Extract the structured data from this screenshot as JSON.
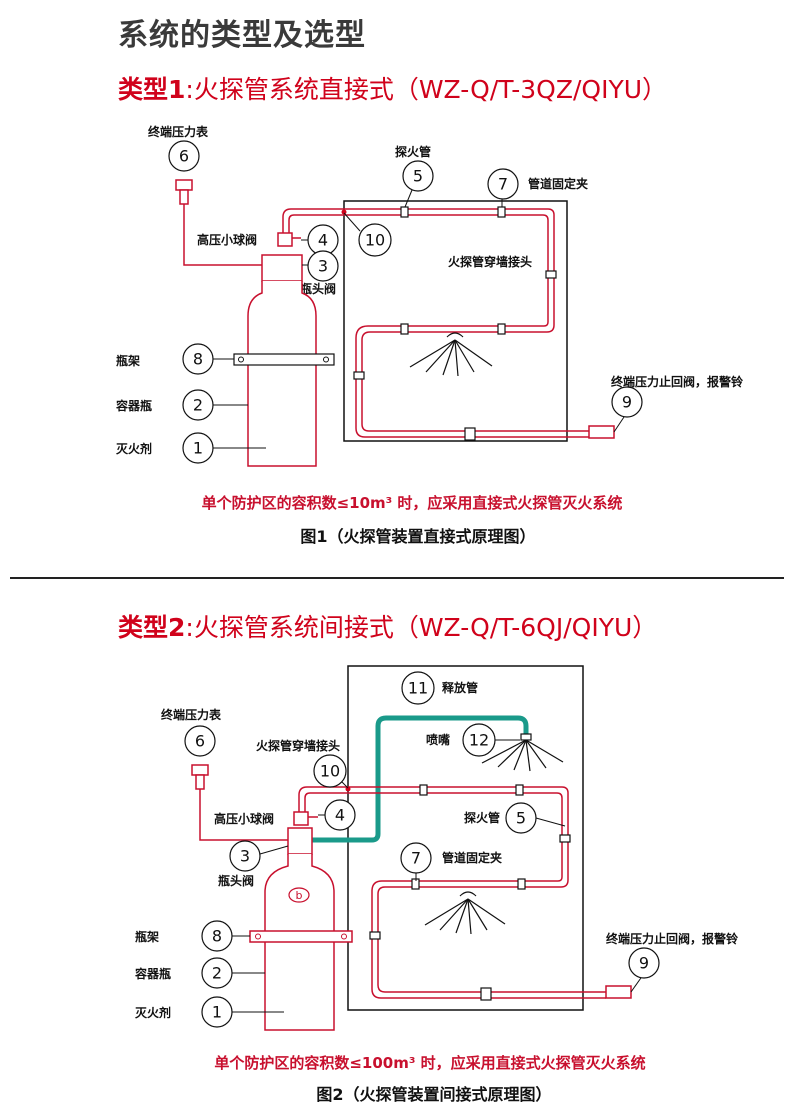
{
  "page_title": "系统的类型及选型",
  "type1": {
    "prefix": "类型1",
    "title": ":火探管系统直接式（WZ-Q/T-3QZ/QIYU）",
    "labels": {
      "gauge": "终端压力表",
      "detector_tube": "探火管",
      "pipe_clamp": "管道固定夹",
      "ball_valve": "高压小球阀",
      "bottle_valve": "瓶头阀",
      "wall_joint": "火探管穿墙接头",
      "bracket": "瓶架",
      "cylinder": "容器瓶",
      "agent": "灭火剂",
      "check_valve": "终端压力止回阀，报警铃"
    },
    "numbers": {
      "n1": "1",
      "n2": "2",
      "n3": "3",
      "n4": "4",
      "n5": "5",
      "n6": "6",
      "n7": "7",
      "n8": "8",
      "n9": "9",
      "n10": "10"
    },
    "note": "单个防护区的容积数≤10m³ 时，应采用直接式火探管灭火系统",
    "caption": "图1（火探管装置直接式原理图）"
  },
  "type2": {
    "prefix": "类型2",
    "title": ":火探管系统间接式（WZ-Q/T-6QJ/QIYU）",
    "labels": {
      "release_pipe": "释放管",
      "gauge": "终端压力表",
      "nozzle": "喷嘴",
      "wall_joint": "火探管穿墙接头",
      "ball_valve": "高压小球阀",
      "detector_tube": "探火管",
      "pipe_clamp": "管道固定夹",
      "bottle_valve": "瓶头阀",
      "bracket": "瓶架",
      "cylinder": "容器瓶",
      "agent": "灭火剂",
      "check_valve": "终端压力止回阀，报警铃",
      "cylinder_mark": "b"
    },
    "numbers": {
      "n1": "1",
      "n2": "2",
      "n3": "3",
      "n4": "4",
      "n5": "5",
      "n6": "6",
      "n7": "7",
      "n8": "8",
      "n9": "9",
      "n10": "10",
      "n11": "11",
      "n12": "12"
    },
    "note": "单个防护区的容积数≤100m³ 时，应采用直接式火探管灭火系统",
    "caption": "图2（火探管装置间接式原理图）"
  },
  "colors": {
    "red": "#d0021b",
    "teal": "#1a9a8a",
    "dark": "#111111"
  }
}
